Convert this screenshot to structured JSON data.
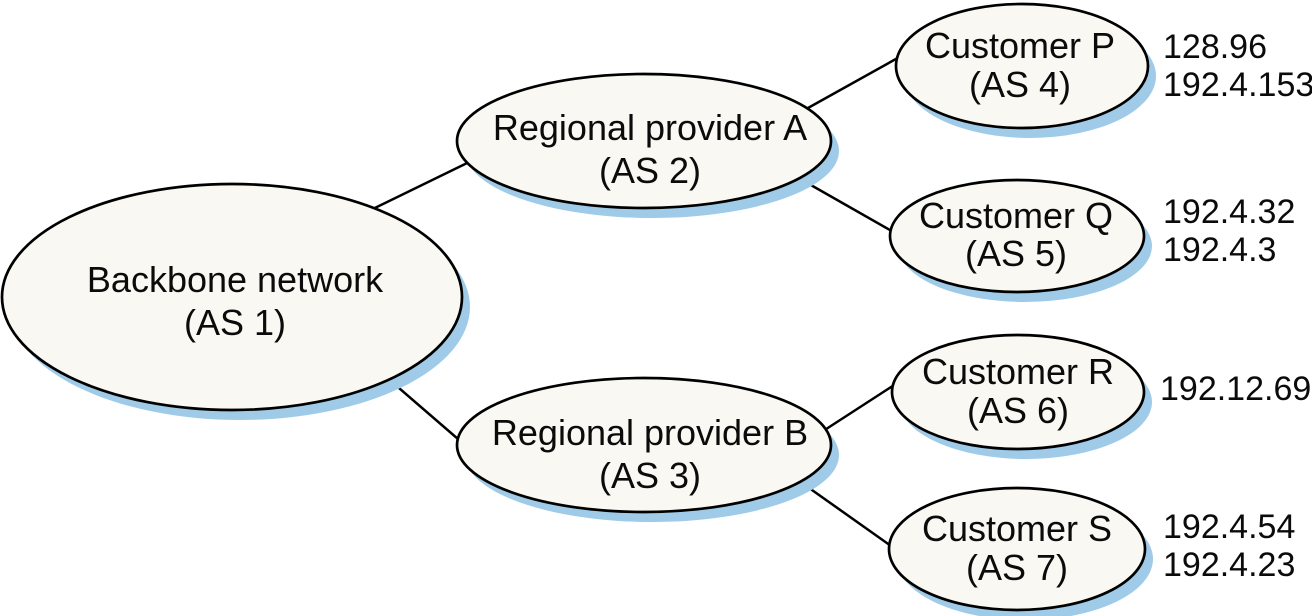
{
  "diagram": {
    "colors": {
      "node_fill": "#f9f8f2",
      "shadow": "#9fcbe8",
      "outline": "#000000",
      "line": "#000000",
      "text": "#0b0b0b",
      "background": "#ffffff"
    },
    "nodes": {
      "backbone": {
        "label": "Backbone network",
        "as": "(AS 1)"
      },
      "regional_a": {
        "label": "Regional provider A",
        "as": "(AS 2)"
      },
      "regional_b": {
        "label": "Regional provider B",
        "as": "(AS 3)"
      },
      "customer_p": {
        "label": "Customer P",
        "as": "(AS 4)",
        "addresses": [
          "128.96",
          "192.4.153"
        ]
      },
      "customer_q": {
        "label": "Customer Q",
        "as": "(AS 5)",
        "addresses": [
          "192.4.32",
          "192.4.3"
        ]
      },
      "customer_r": {
        "label": "Customer R",
        "as": "(AS 6)",
        "addresses": [
          "192.12.69"
        ]
      },
      "customer_s": {
        "label": "Customer S",
        "as": "(AS 7)",
        "addresses": [
          "192.4.54",
          "192.4.23"
        ]
      }
    },
    "edges": [
      {
        "from": "backbone",
        "to": "regional_a"
      },
      {
        "from": "backbone",
        "to": "regional_b"
      },
      {
        "from": "regional_a",
        "to": "customer_p"
      },
      {
        "from": "regional_a",
        "to": "customer_q"
      },
      {
        "from": "regional_b",
        "to": "customer_r"
      },
      {
        "from": "regional_b",
        "to": "customer_s"
      }
    ]
  }
}
